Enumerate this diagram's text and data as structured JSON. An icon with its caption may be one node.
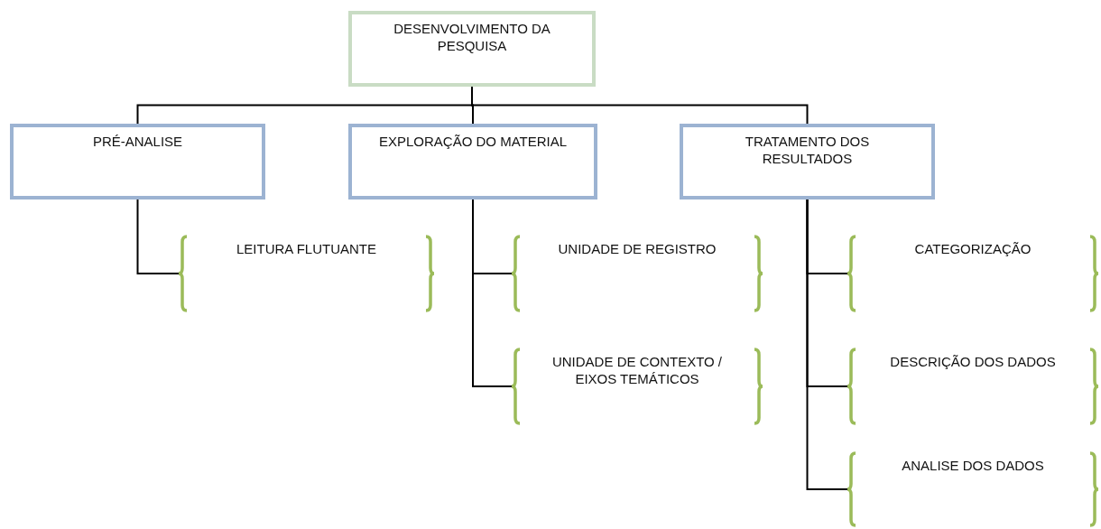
{
  "diagram": {
    "nodes": [
      {
        "text": [
          "DESENVOLVIMENTO DA PESQUISA"
        ]
      },
      {
        "text": [
          "PRÉ-ANALISE"
        ]
      },
      {
        "text": [
          "EXPLORAÇÃO DO MATERIAL"
        ]
      },
      {
        "text": [
          "TRATAMENTO DOS RESULTADOS"
        ]
      },
      {
        "text": [
          "LEITURA FLUTUANTE"
        ]
      },
      {
        "text": [
          "UNIDADE DE REGISTRO"
        ]
      },
      {
        "text": [
          "UNIDADE DE CONTEXTO / EIXOS TEMÁTICOS"
        ]
      },
      {
        "text": [
          "CATEGORIZAÇÃO"
        ]
      },
      {
        "text": [
          "DESCRIÇÃO DOS DADOS"
        ]
      },
      {
        "text": [
          "ANALISE DOS DADOS"
        ]
      }
    ],
    "edges": [
      {
        "from": 0,
        "to": 1,
        "arrow": "none"
      },
      {
        "from": 0,
        "to": 2,
        "arrow": "none"
      },
      {
        "from": 0,
        "to": 3,
        "arrow": "none"
      },
      {
        "from": 1,
        "to": 4,
        "arrow": "none"
      },
      {
        "from": 2,
        "to": 5,
        "arrow": "none"
      },
      {
        "from": 2,
        "to": 6,
        "arrow": "none"
      },
      {
        "from": 3,
        "to": 7,
        "arrow": "none"
      },
      {
        "from": 3,
        "to": 8,
        "arrow": "none"
      },
      {
        "from": 3,
        "to": 9,
        "arrow": "none"
      }
    ]
  }
}
